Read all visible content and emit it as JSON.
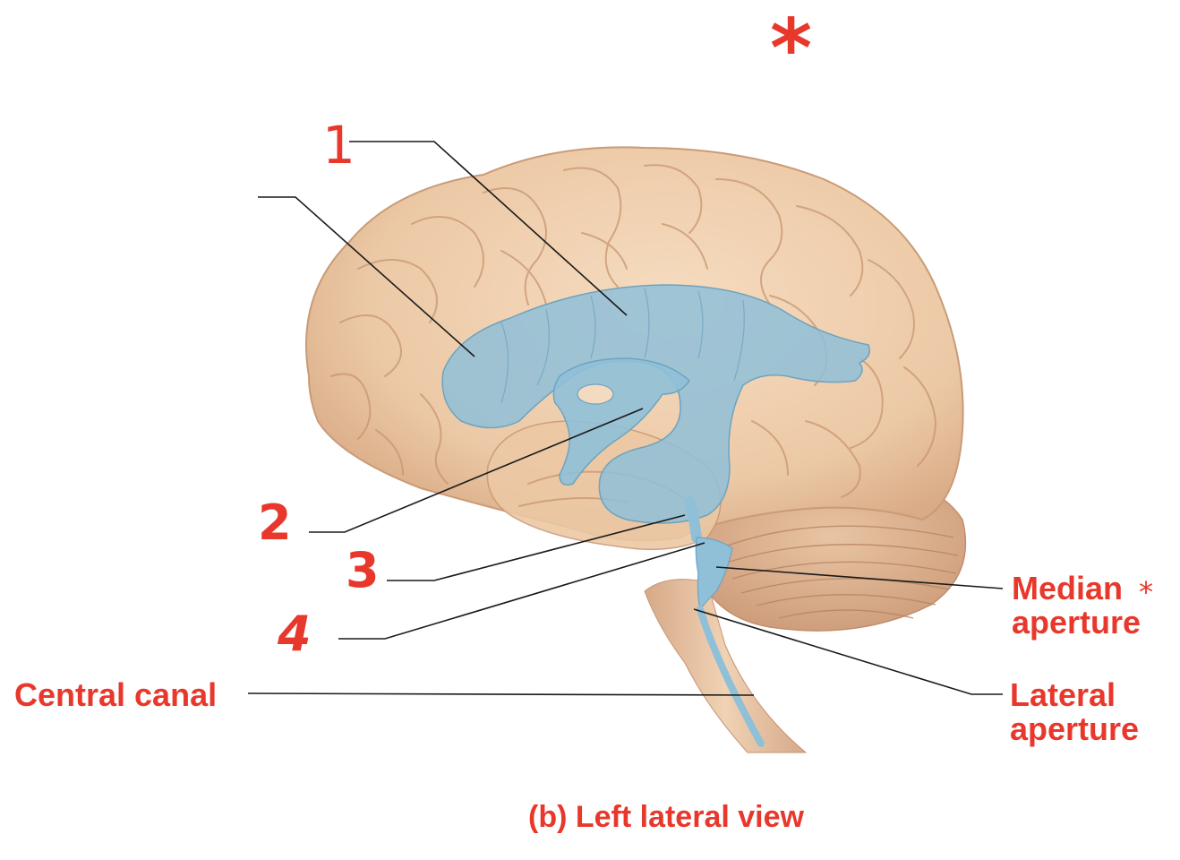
{
  "labels": {
    "central_canal": "Central canal",
    "median_aperture_line1": "Median",
    "median_aperture_line2": "aperture",
    "lateral_aperture_line1": "Lateral",
    "lateral_aperture_line2": "aperture"
  },
  "caption": "(b) Left lateral view",
  "handwritten": {
    "n1": "1",
    "n2": "2",
    "n3": "3",
    "n4": "4",
    "asterisk_top": "*",
    "asterisk_median": "*"
  },
  "colors": {
    "label_red": "#e8382c",
    "brain_tan": "#efcfae",
    "ventricle_blue": "#8fc0d8",
    "leader_line": "#1a1a1a"
  }
}
